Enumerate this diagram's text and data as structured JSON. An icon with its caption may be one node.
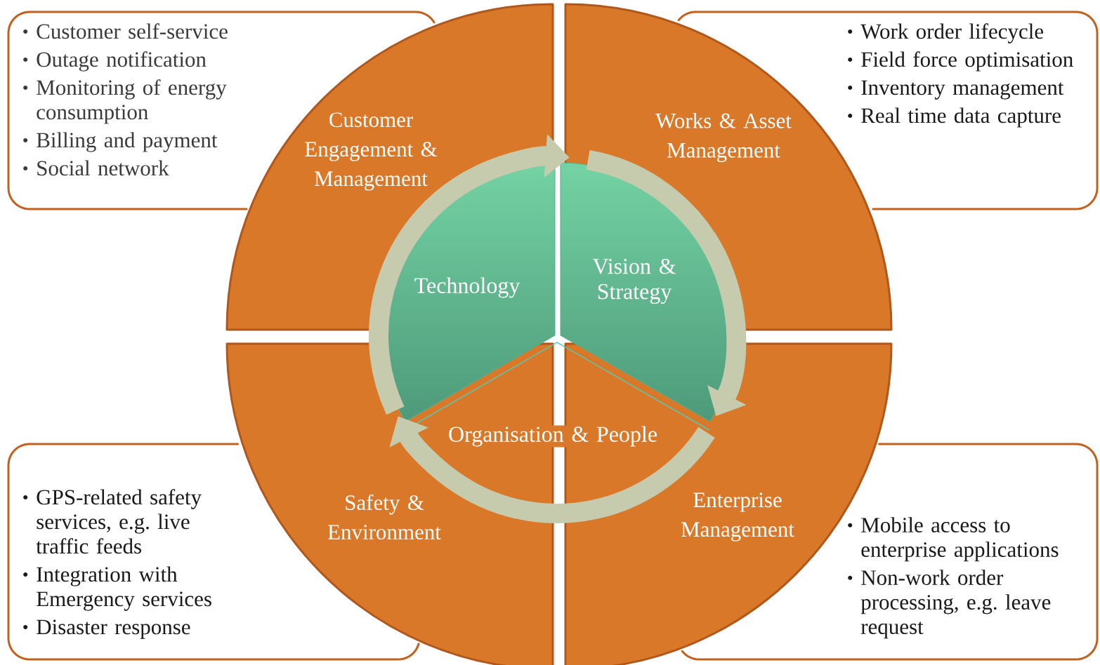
{
  "diagram": {
    "nodes": [
      {
        "text": [
          "Customer Engagement & Management"
        ]
      },
      {
        "text": [
          "Works & Asset Management"
        ]
      },
      {
        "text": [
          "Safety & Environment"
        ]
      },
      {
        "text": [
          "Enterprise Management"
        ]
      },
      {
        "text": [
          "Technology"
        ]
      },
      {
        "text": [
          "Vision & Strategy"
        ]
      },
      {
        "text": [
          "Organisation & People"
        ]
      },
      {
        "text": [
          "Customer self-service",
          "Outage notification",
          "Monitoring of energy consumption",
          "Billing and payment",
          "Social network"
        ]
      },
      {
        "text": [
          "Work order lifecycle",
          "Field force optimisation",
          "Inventory management",
          "Real time data capture"
        ]
      },
      {
        "text": [
          "GPS-related safety services, e.g. live traffic feeds",
          "Integration with Emergency services",
          "Disaster response"
        ]
      },
      {
        "text": [
          "Mobile access to enterprise applications",
          "Non-work order processing, e.g. leave request"
        ]
      }
    ],
    "edges": [
      {
        "from": 4,
        "to": 5,
        "arrow": "to"
      },
      {
        "from": 5,
        "to": 6,
        "arrow": "to"
      },
      {
        "from": 6,
        "to": 4,
        "arrow": "to"
      }
    ]
  }
}
